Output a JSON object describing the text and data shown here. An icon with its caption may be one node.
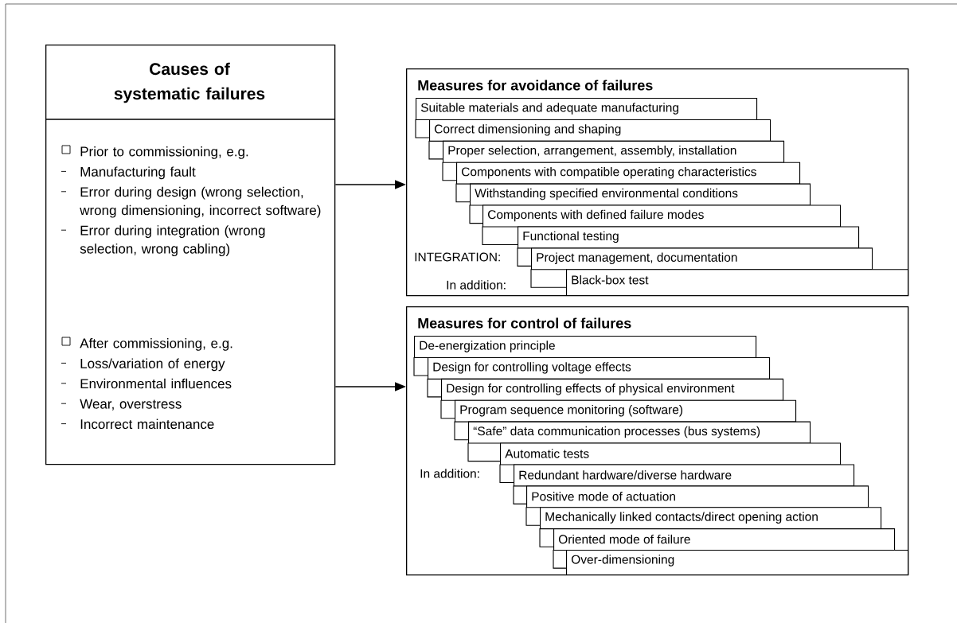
{
  "diagram": {
    "nodes": [
      {
        "text": [
          "Causes of systematic failures",
          "Prior to commissioning, e.g.",
          "Manufacturing fault",
          "Error during design (wrong selection, wrong dimensioning, incorrect software)",
          "Error during integration (wrong selection, wrong cabling)",
          "After commissioning, e.g.",
          "Loss/variation of energy",
          "Environmental influences",
          "Wear, overstress",
          "Incorrect maintenance"
        ]
      },
      {
        "text": [
          "Measures for avoidance of failures",
          "INTEGRATION:",
          "In addition:"
        ]
      },
      {
        "text": [
          "Suitable materials and adequate manufacturing"
        ],
        "in": 1
      },
      {
        "text": [
          "Correct dimensioning and shaping"
        ],
        "in": 1
      },
      {
        "text": [
          "Proper selection, arrangement, assembly, installation"
        ],
        "in": 1
      },
      {
        "text": [
          "Components with compatible operating characteristics"
        ],
        "in": 1
      },
      {
        "text": [
          "Withstanding specified environmental conditions"
        ],
        "in": 1
      },
      {
        "text": [
          "Components with defined failure modes"
        ],
        "in": 1
      },
      {
        "text": [
          "Functional testing"
        ],
        "in": 1
      },
      {
        "text": [
          "Project management, documentation"
        ],
        "in": 1
      },
      {
        "text": [
          "Black-box test"
        ],
        "in": 1
      },
      {
        "text": [
          "Measures for control of failures",
          "In addition:"
        ]
      },
      {
        "text": [
          "De-energization principle"
        ],
        "in": 11
      },
      {
        "text": [
          "Design for controlling voltage effects"
        ],
        "in": 11
      },
      {
        "text": [
          "Design for controlling effects of physical environment"
        ],
        "in": 11
      },
      {
        "text": [
          "Program sequence monitoring (software)"
        ],
        "in": 11
      },
      {
        "text": [
          "“Safe” data communication processes (bus systems)"
        ],
        "in": 11
      },
      {
        "text": [
          "Automatic tests"
        ],
        "in": 11
      },
      {
        "text": [
          "Redundant hardware/diverse hardware"
        ],
        "in": 11
      },
      {
        "text": [
          "Positive mode of actuation"
        ],
        "in": 11
      },
      {
        "text": [
          "Mechanically linked contacts/direct opening action"
        ],
        "in": 11
      },
      {
        "text": [
          "Oriented mode of failure"
        ],
        "in": 11
      },
      {
        "text": [
          "Over-dimensioning"
        ],
        "in": 11
      }
    ],
    "edges": [
      {
        "from": 0,
        "to": 1,
        "arrow": "to"
      },
      {
        "from": 0,
        "to": 11,
        "arrow": "to"
      }
    ]
  }
}
